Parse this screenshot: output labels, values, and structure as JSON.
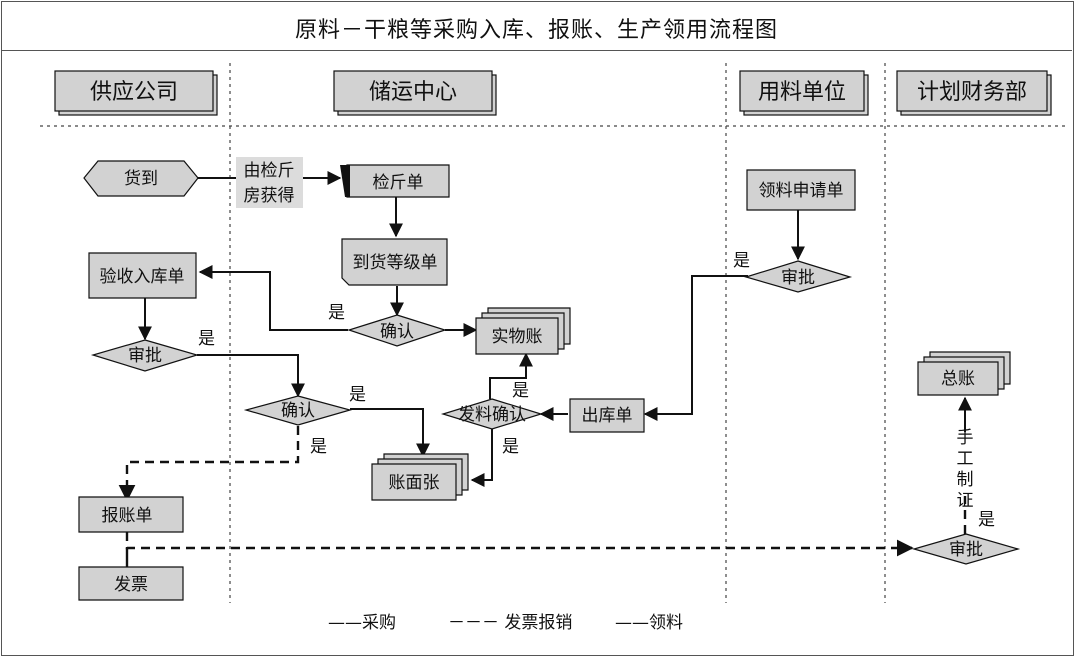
{
  "title": "原料－干粮等采购入库、报账、生产领用流程图",
  "lanes": {
    "supplier": "供应公司",
    "storage": "储运中心",
    "user_unit": "用料单位",
    "finance": "计划财务部"
  },
  "nodes": {
    "arrival": "货到",
    "from_inspection_line1": "由检斤",
    "from_inspection_line2": "房获得",
    "inspection_slip": "检斤单",
    "grade_slip": "到货等级单",
    "confirm_main": "确认",
    "physical_ledger": "实物账",
    "receipt_slip": "验收入库单",
    "approve_supplier": "审批",
    "confirm_storage": "确认",
    "book_ledger": "账面张",
    "issue_confirm": "发料确认",
    "outbound_slip": "出库单",
    "requisition": "领料申请单",
    "approve_user": "审批",
    "reimbursement_slip": "报账单",
    "invoice": "发票",
    "general_ledger": "总账",
    "approve_finance": "审批",
    "manual_voucher": [
      "手",
      "工",
      "制",
      "证"
    ]
  },
  "yes_labels": {
    "confirm_main": "是",
    "approve_supplier": "是",
    "confirm_storage_right": "是",
    "confirm_storage_down": "是",
    "issue_up": "是",
    "issue_down": "是",
    "approve_user": "是",
    "approve_finance": "是"
  },
  "legend": {
    "purchase": "——采购",
    "invoice_reimburse": "－－－ 发票报销",
    "requisition": "——领料"
  },
  "colors": {
    "node_fill": "#d2d2d2",
    "line": "#111111",
    "divider": "#444444"
  }
}
